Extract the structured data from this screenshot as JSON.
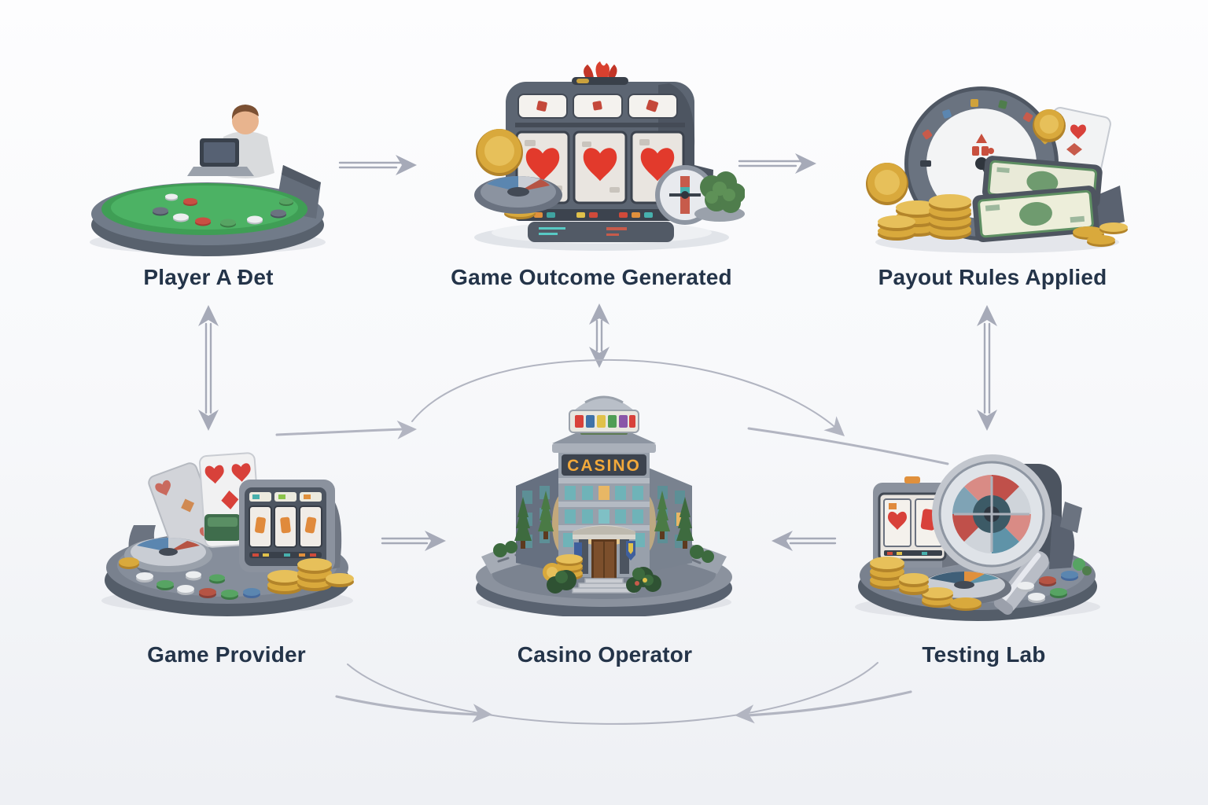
{
  "diagram": {
    "title_visible": false,
    "palette": {
      "background_top": "#fdfdfe",
      "background_bottom": "#eef0f4",
      "label_color": "#243449",
      "arrow_color": "#a6aab8",
      "curve_color": "#b2b5c1",
      "platform_gray": "#79818e",
      "gold": "#dca83c",
      "heart_red": "#e23a2c",
      "felt_green": "#46a45c",
      "casino_sign_color": "#f2a93b"
    },
    "nodes": {
      "player_bet": {
        "label": "Player A Ðet",
        "icon": "player-at-casino-table-icon"
      },
      "game_outcome": {
        "label": "Game Outcome Generated",
        "icon": "slot-machine-icon"
      },
      "payout_rules": {
        "label": "Payout Rules Applied",
        "icon": "payout-gauge-coins-icon"
      },
      "game_provider": {
        "label": "Game Provider",
        "icon": "cards-slot-chips-icon"
      },
      "casino_operator": {
        "label": "Casino Operator",
        "icon": "casino-building-icon",
        "sign_text": "CASINO"
      },
      "testing_lab": {
        "label": "Testing Lab",
        "icon": "magnifier-roulette-icon"
      }
    },
    "connections": [
      {
        "from": "player_bet",
        "to": "game_outcome",
        "style": "straight-arrow-right"
      },
      {
        "from": "game_outcome",
        "to": "payout_rules",
        "style": "straight-arrow-right"
      },
      {
        "from": "player_bet",
        "to": "game_provider",
        "style": "vertical-double-arrow"
      },
      {
        "from": "game_outcome",
        "to": "casino_operator",
        "style": "vertical-double-arrow"
      },
      {
        "from": "payout_rules",
        "to": "testing_lab",
        "style": "vertical-double-arrow"
      },
      {
        "from": "game_provider",
        "to": "casino_operator",
        "style": "straight-arrow-right"
      },
      {
        "from": "testing_lab",
        "to": "casino_operator",
        "style": "straight-arrow-left"
      },
      {
        "from": "game_provider",
        "to": "casino_operator",
        "style": "curved-arrow"
      },
      {
        "from": "casino_operator",
        "to": "testing_lab",
        "style": "curved-arrow-over-top"
      },
      {
        "from": "game_provider",
        "to": "testing_lab",
        "style": "curved-arrow-bottom-right"
      },
      {
        "from": "testing_lab",
        "to": "game_provider",
        "style": "curved-arrow-bottom-left"
      }
    ]
  }
}
